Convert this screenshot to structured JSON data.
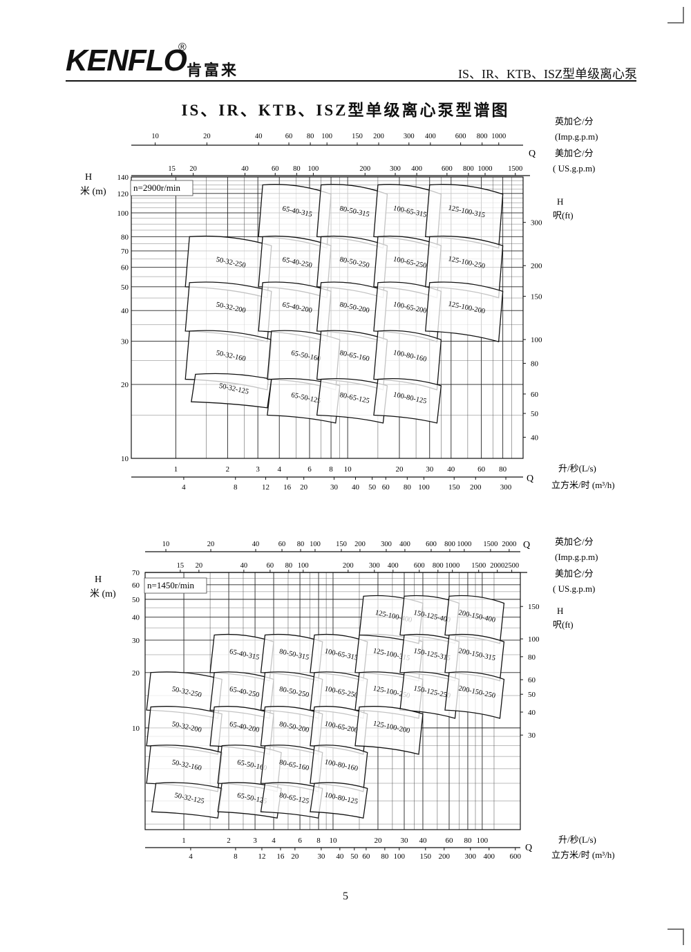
{
  "header": {
    "logo": "KENFLO",
    "logo_registered": "®",
    "logo_cn": "肯富来",
    "title": "IS、IR、KTB、ISZ型单级离心泵"
  },
  "page_title": "IS、IR、KTB、ISZ型单级离心泵型谱图",
  "page_number": "5",
  "chart_data": [
    {
      "type": "performance-range-chart",
      "speed_label": "n=2900r/min",
      "y_label": "H",
      "y_unit": "米 (m)",
      "y_log": true,
      "ylim": [
        10,
        140
      ],
      "y_ticks": [
        10,
        20,
        30,
        40,
        50,
        60,
        70,
        80,
        100,
        120,
        140
      ],
      "ft_label": "H",
      "ft_unit": "呎(ft)",
      "ft_ticks": [
        40,
        50,
        60,
        80,
        100,
        150,
        200,
        300
      ],
      "x_log": true,
      "xlim_ls": [
        0.55,
        105
      ],
      "ls_label": "升/秒(L/s)",
      "ls_ticks": [
        1,
        2,
        3,
        4,
        6,
        8,
        10,
        20,
        30,
        40,
        60,
        80
      ],
      "m3h_label": "立方米/时 (m³/h)",
      "m3h_ticks": [
        4,
        8,
        12,
        16,
        20,
        30,
        40,
        50,
        60,
        80,
        100,
        150,
        200,
        300
      ],
      "imp_label_cn": "英加仑/分",
      "imp_label": "(Imp.g.p.m)",
      "imp_ticks": [
        10,
        20,
        40,
        60,
        80,
        100,
        150,
        200,
        300,
        400,
        600,
        800,
        1000
      ],
      "us_label_cn": "美加仑/分",
      "us_label": "( US.g.p.m)",
      "us_ticks": [
        15,
        20,
        40,
        60,
        80,
        100,
        200,
        300,
        400,
        600,
        800,
        1000,
        1500
      ],
      "q_label": "Q",
      "pumps": [
        {
          "model": "50-32-250",
          "q": [
            1.2,
            3.6
          ],
          "h": [
            50,
            80
          ]
        },
        {
          "model": "50-32-200",
          "q": [
            1.2,
            3.6
          ],
          "h": [
            33,
            52
          ]
        },
        {
          "model": "50-32-160",
          "q": [
            1.2,
            3.6
          ],
          "h": [
            21,
            33
          ]
        },
        {
          "model": "50-32-125",
          "q": [
            1.3,
            3.6
          ],
          "h": [
            17,
            22
          ]
        },
        {
          "model": "65-40-315",
          "q": [
            3.2,
            8.0
          ],
          "h": [
            80,
            130
          ]
        },
        {
          "model": "65-40-250",
          "q": [
            3.2,
            8.0
          ],
          "h": [
            50,
            80
          ]
        },
        {
          "model": "65-40-200",
          "q": [
            3.2,
            8.0
          ],
          "h": [
            33,
            52
          ]
        },
        {
          "model": "65-50-160",
          "q": [
            3.6,
            9.0
          ],
          "h": [
            21,
            33
          ]
        },
        {
          "model": "65-50-125",
          "q": [
            3.6,
            9.0
          ],
          "h": [
            15,
            21
          ]
        },
        {
          "model": "80-50-315",
          "q": [
            7.0,
            17.0
          ],
          "h": [
            80,
            130
          ]
        },
        {
          "model": "80-50-250",
          "q": [
            7.0,
            17.0
          ],
          "h": [
            50,
            80
          ]
        },
        {
          "model": "80-50-200",
          "q": [
            7.0,
            17.0
          ],
          "h": [
            33,
            52
          ]
        },
        {
          "model": "80-65-160",
          "q": [
            7.0,
            17.0
          ],
          "h": [
            21,
            33
          ]
        },
        {
          "model": "80-65-125",
          "q": [
            7.0,
            17.0
          ],
          "h": [
            15,
            21
          ]
        },
        {
          "model": "100-65-315",
          "q": [
            15.0,
            35.0
          ],
          "h": [
            80,
            130
          ]
        },
        {
          "model": "100-65-250",
          "q": [
            15.0,
            35.0
          ],
          "h": [
            50,
            80
          ]
        },
        {
          "model": "100-65-200",
          "q": [
            15.0,
            35.0
          ],
          "h": [
            33,
            52
          ]
        },
        {
          "model": "100-80-160",
          "q": [
            15.0,
            35.0
          ],
          "h": [
            21,
            33
          ]
        },
        {
          "model": "100-80-125",
          "q": [
            15.0,
            35.0
          ],
          "h": [
            15,
            21
          ]
        },
        {
          "model": "125-100-315",
          "q": [
            30.0,
            80.0
          ],
          "h": [
            80,
            130
          ]
        },
        {
          "model": "125-100-250",
          "q": [
            30.0,
            80.0
          ],
          "h": [
            50,
            80
          ]
        },
        {
          "model": "125-100-200",
          "q": [
            30.0,
            80.0
          ],
          "h": [
            33,
            52
          ]
        }
      ]
    },
    {
      "type": "performance-range-chart",
      "speed_label": "n=1450r/min",
      "y_label": "H",
      "y_unit": "米 (m)",
      "y_log": true,
      "ylim": [
        2.8,
        70
      ],
      "y_ticks": [
        10,
        20,
        30,
        40,
        50,
        60,
        70
      ],
      "ft_label": "H",
      "ft_unit": "呎(ft)",
      "ft_ticks": [
        30,
        40,
        50,
        60,
        80,
        100,
        150
      ],
      "x_log": true,
      "xlim_ls": [
        0.55,
        180
      ],
      "ls_label": "升/秒(L/s)",
      "ls_ticks": [
        1,
        2,
        3,
        4,
        6,
        8,
        10,
        20,
        30,
        40,
        60,
        80,
        100
      ],
      "m3h_label": "立方米/时 (m³/h)",
      "m3h_ticks": [
        4,
        8,
        12,
        16,
        20,
        30,
        40,
        50,
        60,
        80,
        100,
        150,
        200,
        300,
        400,
        600
      ],
      "imp_label_cn": "英加仑/分",
      "imp_label": "(Imp.g.p.m)",
      "imp_ticks": [
        10,
        20,
        40,
        60,
        80,
        100,
        150,
        200,
        300,
        400,
        600,
        800,
        1000,
        1500,
        2000
      ],
      "us_label_cn": "美加仑/分",
      "us_label": "( US.g.p.m)",
      "us_ticks": [
        15,
        20,
        40,
        60,
        80,
        100,
        200,
        300,
        400,
        600,
        800,
        1000,
        1500,
        2000,
        2500
      ],
      "q_label": "Q",
      "pumps": [
        {
          "model": "65-40-315",
          "q": [
            1.6,
            4.0
          ],
          "h": [
            20,
            32
          ]
        },
        {
          "model": "80-50-315",
          "q": [
            3.5,
            8.5
          ],
          "h": [
            20,
            32
          ]
        },
        {
          "model": "100-65-315",
          "q": [
            7.5,
            17.0
          ],
          "h": [
            20,
            32
          ]
        },
        {
          "model": "125-100-315",
          "q": [
            15.0,
            40.0
          ],
          "h": [
            20,
            32
          ]
        },
        {
          "model": "125-100-400",
          "q": [
            16.0,
            40.0
          ],
          "h": [
            32,
            52
          ]
        },
        {
          "model": "150-125-400",
          "q": [
            30.0,
            70.0
          ],
          "h": [
            32,
            52
          ]
        },
        {
          "model": "150-125-315",
          "q": [
            30.0,
            70.0
          ],
          "h": [
            20,
            32
          ]
        },
        {
          "model": "200-150-400",
          "q": [
            60.0,
            140.0
          ],
          "h": [
            32,
            52
          ]
        },
        {
          "model": "200-150-315",
          "q": [
            60.0,
            140.0
          ],
          "h": [
            20,
            32
          ]
        },
        {
          "model": "50-32-250",
          "q": [
            0.6,
            1.8
          ],
          "h": [
            12.5,
            20
          ]
        },
        {
          "model": "65-40-250",
          "q": [
            1.6,
            4.0
          ],
          "h": [
            12.5,
            20
          ]
        },
        {
          "model": "80-50-250",
          "q": [
            3.5,
            8.5
          ],
          "h": [
            12.5,
            20
          ]
        },
        {
          "model": "100-65-250",
          "q": [
            7.5,
            17.0
          ],
          "h": [
            12.5,
            20
          ]
        },
        {
          "model": "125-100-250",
          "q": [
            15.0,
            40.0
          ],
          "h": [
            12.5,
            20
          ]
        },
        {
          "model": "150-125-250",
          "q": [
            30.0,
            70.0
          ],
          "h": [
            12.5,
            20
          ]
        },
        {
          "model": "200-150-250",
          "q": [
            60.0,
            140.0
          ],
          "h": [
            12.5,
            20
          ]
        },
        {
          "model": "50-32-200",
          "q": [
            0.6,
            1.8
          ],
          "h": [
            8,
            13
          ]
        },
        {
          "model": "65-40-200",
          "q": [
            1.6,
            4.0
          ],
          "h": [
            8,
            13
          ]
        },
        {
          "model": "80-50-200",
          "q": [
            3.5,
            8.5
          ],
          "h": [
            8,
            13
          ]
        },
        {
          "model": "100-65-200",
          "q": [
            7.5,
            17.0
          ],
          "h": [
            8,
            13
          ]
        },
        {
          "model": "125-100-200",
          "q": [
            15.0,
            40.0
          ],
          "h": [
            8,
            13
          ]
        },
        {
          "model": "50-32-160",
          "q": [
            0.6,
            1.8
          ],
          "h": [
            5,
            8
          ]
        },
        {
          "model": "65-50-160",
          "q": [
            1.8,
            4.5
          ],
          "h": [
            5,
            8
          ]
        },
        {
          "model": "80-65-160",
          "q": [
            3.5,
            8.5
          ],
          "h": [
            5,
            8
          ]
        },
        {
          "model": "100-80-160",
          "q": [
            7.5,
            17.0
          ],
          "h": [
            5,
            8
          ]
        },
        {
          "model": "50-32-125",
          "q": [
            0.65,
            1.8
          ],
          "h": [
            3.5,
            5
          ]
        },
        {
          "model": "65-50-125",
          "q": [
            1.8,
            4.5
          ],
          "h": [
            3.5,
            5
          ]
        },
        {
          "model": "80-65-125",
          "q": [
            3.5,
            8.5
          ],
          "h": [
            3.5,
            5
          ]
        },
        {
          "model": "100-80-125",
          "q": [
            7.5,
            17.0
          ],
          "h": [
            3.5,
            5
          ]
        }
      ]
    }
  ]
}
